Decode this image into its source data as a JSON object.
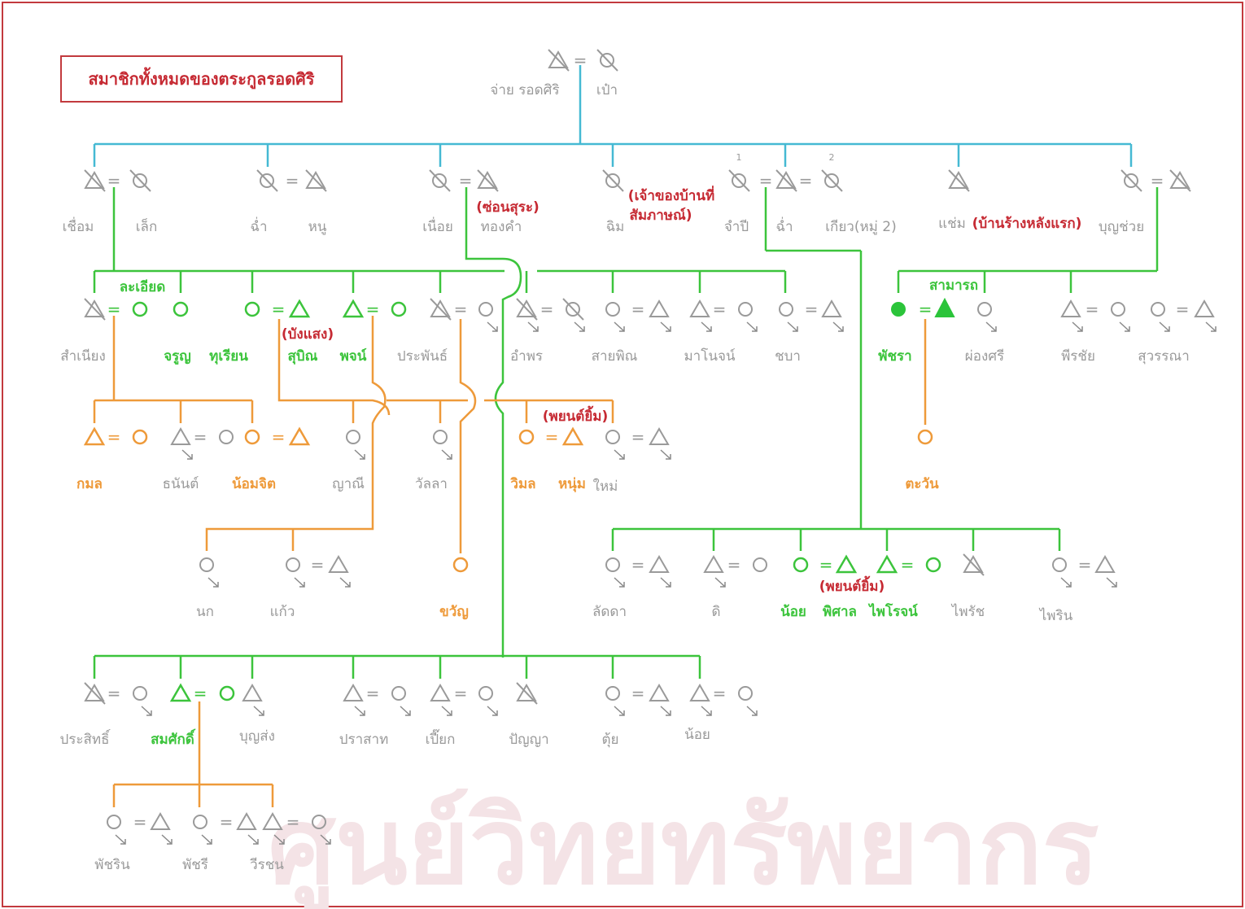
{
  "title": "สมาชิกทั้งหมดของตระกูลรอดศิริ",
  "watermark": "ศูนย์วิทยทรัพยากร",
  "colors": {
    "frame": "#c23a3e",
    "blue_line": "#45b9d3",
    "green": "#3cc43c",
    "orange": "#ee9a3a",
    "red_label": "#c62a33",
    "gray": "#9a9a9a"
  },
  "names": {
    "g1": [
      "จ่าย รอดศิริ",
      "เป๋า"
    ],
    "g2": [
      "เชื่อม",
      "เล็ก",
      "ฉ่ำ",
      "หนู",
      "เนื่อย",
      "ทองคำ",
      "ฉิม",
      "จำปี",
      "ฉ่ำ",
      "เกียว(หมู่ 2)",
      "แช่ม",
      "บุญช่วย"
    ],
    "g3": [
      "สำเนียง",
      "จรูญ",
      "ทุเรียน",
      "สุบิณ",
      "พจน์",
      "ประพันธ์",
      "อำพร",
      "สายพิณ",
      "มาโนจน์",
      "ชบา",
      "พัชรา",
      "ผ่องศรี",
      "พีรชัย",
      "สุวรรณา"
    ],
    "g4": [
      "กมล",
      "ธนันต์",
      "น้อมจิต",
      "ญาณี",
      "วัลลา",
      "วิมล",
      "หนุ่ม",
      "ใหม่",
      "ตะวัน"
    ],
    "g5": [
      "นก",
      "แก้ว",
      "ขวัญ",
      "ลัดดา",
      "ดิ",
      "น้อย",
      "พิศาล",
      "ไพโรจน์",
      "ไพรัช",
      "ไพริน"
    ],
    "g6": [
      "ประสิทธิ์",
      "สมศักดิ์",
      "บุญส่ง",
      "ปราสาท",
      "เปี๊ยก",
      "ปัญญา",
      "ตุ้ย",
      "น้อย"
    ],
    "g7": [
      "พัชริน",
      "พัชรี",
      "วีรชน"
    ]
  },
  "notes": {
    "sonsura": "(ซ่อนสุระ)",
    "owner": [
      "(เจ้าของบ้านที่",
      "สัมภาษณ์)"
    ],
    "first_house": "(บ้านร้างหลังแรก)",
    "bangsaeng": "(บังแสง)",
    "payon_1": "(พยนต์ยิ้ม)",
    "payon_2": "(พยนต์ยิ้ม)",
    "laiat": "ละเอียด",
    "samarot": "สามารถ"
  },
  "marriage_numbers": [
    "1",
    "2"
  ]
}
